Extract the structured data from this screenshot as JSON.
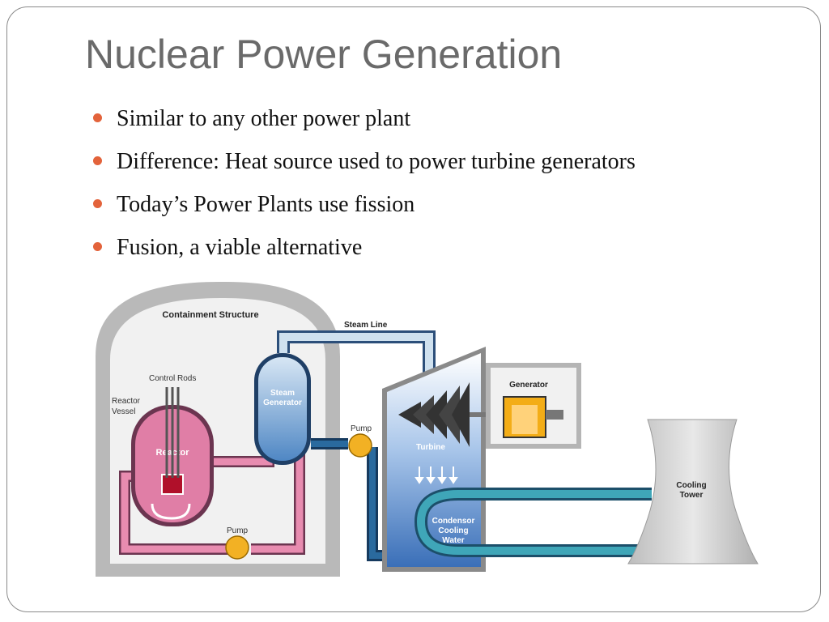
{
  "slide": {
    "title": "Nuclear Power Generation",
    "bullets": [
      "Similar to any other power plant",
      "Difference: Heat source used to power turbine generators",
      "Today’s Power Plants use fission",
      "Fusion, a viable alternative"
    ],
    "bullet_color": "#e3633b"
  },
  "diagram": {
    "labels": {
      "containment": "Containment Structure",
      "control_rods": "Control Rods",
      "reactor_vessel_1": "Reactor",
      "reactor_vessel_2": "Vessel",
      "reactor": "Reactor",
      "steam_gen_1": "Steam",
      "steam_gen_2": "Generator",
      "steam_line": "Steam Line",
      "pump_top": "Pump",
      "pump_bottom": "Pump",
      "turbine": "Turbine",
      "generator": "Generator",
      "condensor_1": "Condensor",
      "condensor_2": "Cooling",
      "condensor_3": "Water",
      "cooling_1": "Cooling",
      "cooling_2": "Tower"
    },
    "colors": {
      "containment": "#b5b5b5",
      "reactor": "#e07ea6",
      "primary_loop": "#e58aad",
      "steam_line": "#c9dcea",
      "water_loop": "#1f5c8c",
      "cooling_loop": "#3aa0b0",
      "pump": "#f2b124",
      "generator": "#f3ad17",
      "turbine": "#6b9dd6"
    }
  }
}
